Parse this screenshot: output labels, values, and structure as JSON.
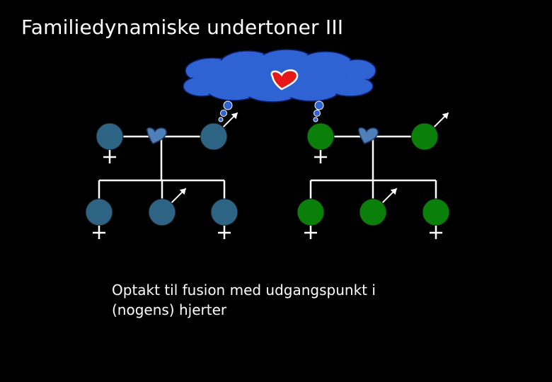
{
  "title": "Familiedynamiske undertoner III",
  "caption": {
    "line1": "Optakt til fusion med udgangspunkt i",
    "line2": "(nogens) hjerter"
  },
  "colors": {
    "background": "#000000",
    "text": "#ffffff",
    "family_left": "#2e6483",
    "family_right": "#0a7f0a",
    "cloud": "#2f63d4",
    "cloud_outline": "#0d1f6e",
    "heart_red": "#e81818",
    "heart_blue": "#4f7fb8",
    "lines": "#ffffff"
  },
  "families": [
    {
      "id": "left",
      "color": "family_left",
      "parents": [
        "female",
        "male"
      ],
      "children": [
        "female",
        "unknown",
        "female"
      ],
      "child_with_arrow": 1
    },
    {
      "id": "right",
      "color": "family_right",
      "parents": [
        "female",
        "male"
      ],
      "children": [
        "female",
        "unknown",
        "female"
      ],
      "child_with_arrow": 1
    }
  ],
  "icons": {
    "cloud": "thought-cloud-icon",
    "heart": "heart-icon",
    "female": "female-symbol",
    "male": "male-symbol"
  }
}
